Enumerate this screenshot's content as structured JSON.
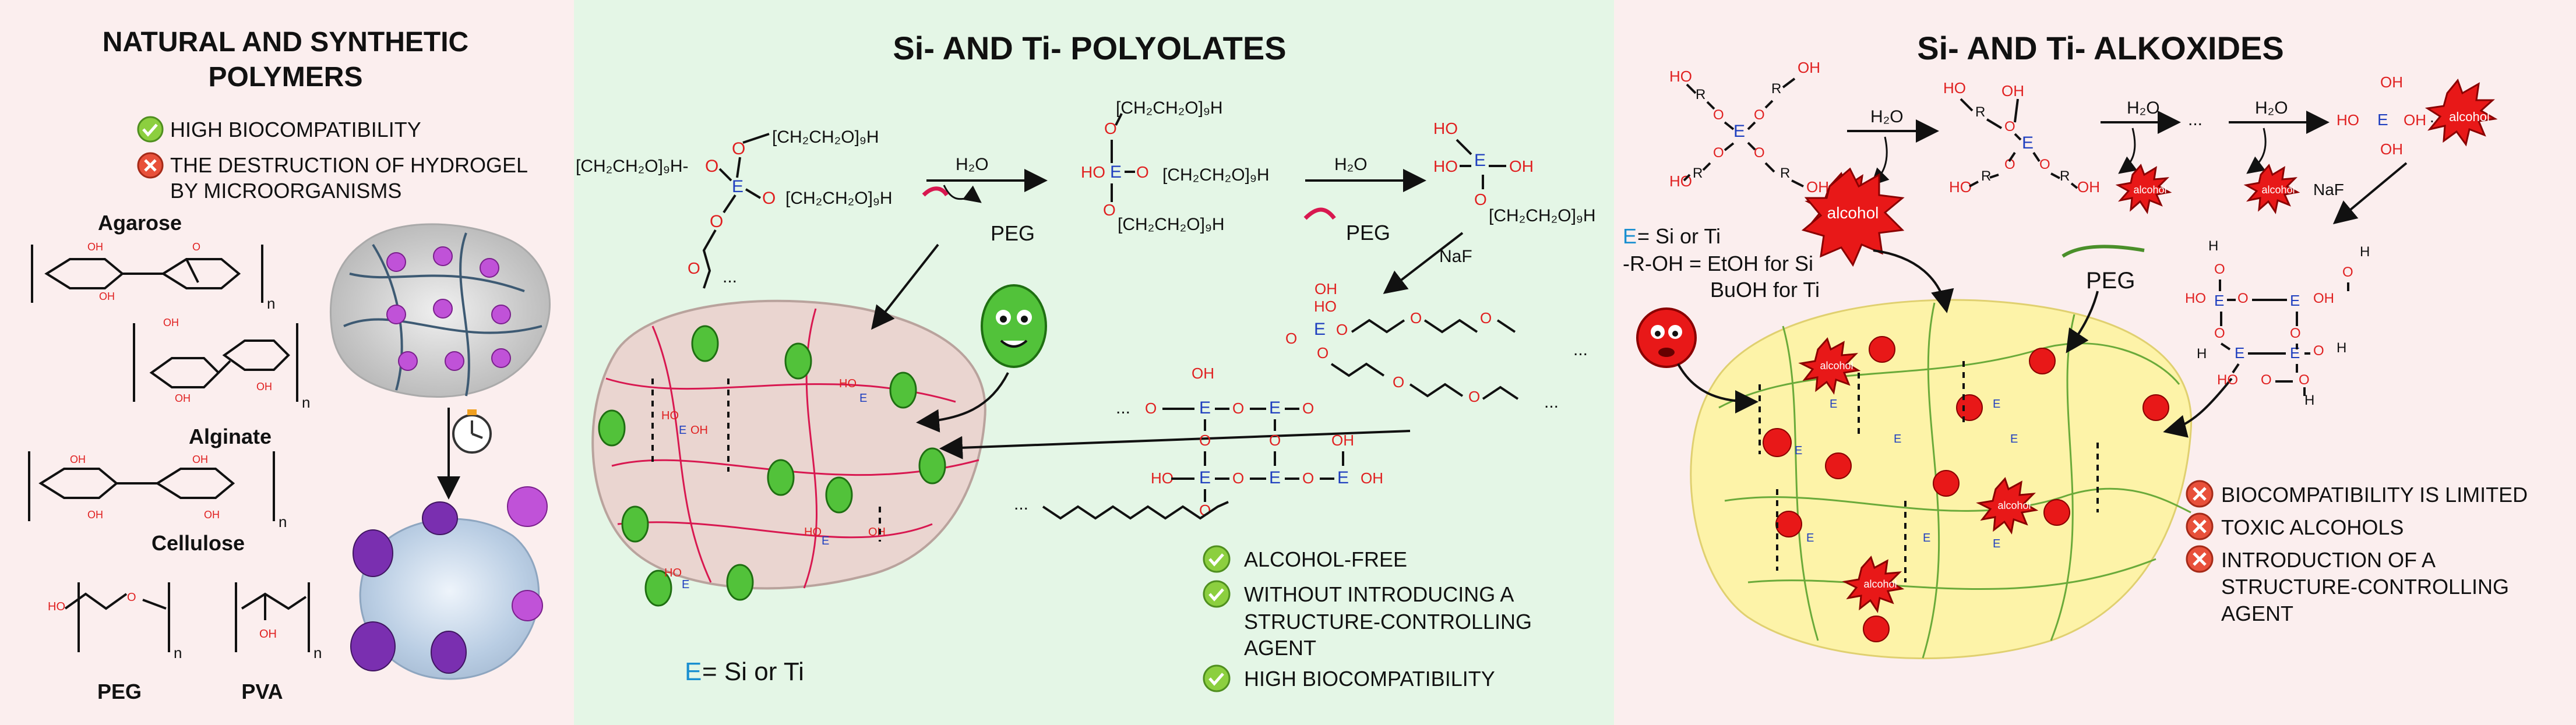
{
  "colors": {
    "left_panel": "#fbeeee",
    "middle_panel": "#e4f6e6",
    "right_panel": "#fbeeee",
    "check_green": "#8ccf3f",
    "cross_red": "#e8503a",
    "element_blue": "#1f3fbf",
    "oxygen_red": "#e02020",
    "yellow_gel": "#fdf3a8",
    "pink_gel": "#ead5d0"
  },
  "left": {
    "title_line1": "NATURAL AND SYNTHETIC",
    "title_line2": "POLYMERS",
    "pro": "HIGH BIOCOMPATIBILITY",
    "con_line1": "THE DESTRUCTION OF HYDROGEL",
    "con_line2": "BY MICROORGANISMS",
    "agarose": "Agarose",
    "alginate": "Alginate",
    "cellulose": "Cellulose",
    "peg": "PEG",
    "pva": "PVA",
    "n": "n",
    "ho": "HO",
    "oh": "OH",
    "o": "O"
  },
  "middle": {
    "title": "Si- AND Ti- POLYOLATES",
    "chain": "[CH₂CH₂O]₉H",
    "chain_left": "[CH₂CH₂O]₉H-",
    "water": "H₂O",
    "peg": "PEG",
    "naf": "NaF",
    "e": "E",
    "o": "O",
    "oh": "OH",
    "ho": "HO",
    "h": "H",
    "dots": "...",
    "legend_e": "E",
    "legend_rest": " = Si or Ti",
    "pros": [
      "ALCOHOL-FREE",
      "WITHOUT INTRODUCING A",
      "STRUCTURE-CONTROLLING",
      "AGENT",
      "HIGH BIOCOMPATIBILITY"
    ]
  },
  "right": {
    "title": "Si- AND Ti- ALKOXIDES",
    "water": "H₂O",
    "naf": "NaF",
    "alcohol": "alcohol",
    "peg": "PEG",
    "e_line_e": "E",
    "e_line_rest": " = Si or Ti",
    "r_line": "-R-OH = EtOH for Si",
    "r_line2": "BuOH for Ti",
    "ho": "HO",
    "oh": "OH",
    "r": "R",
    "o": "O",
    "e": "E",
    "h": "H",
    "dots": "...",
    "cons": [
      "BIOCOMPATIBILITY IS LIMITED",
      "TOXIC ALCOHOLS",
      "INTRODUCTION OF A",
      "STRUCTURE-CONTROLLING",
      "AGENT"
    ]
  }
}
